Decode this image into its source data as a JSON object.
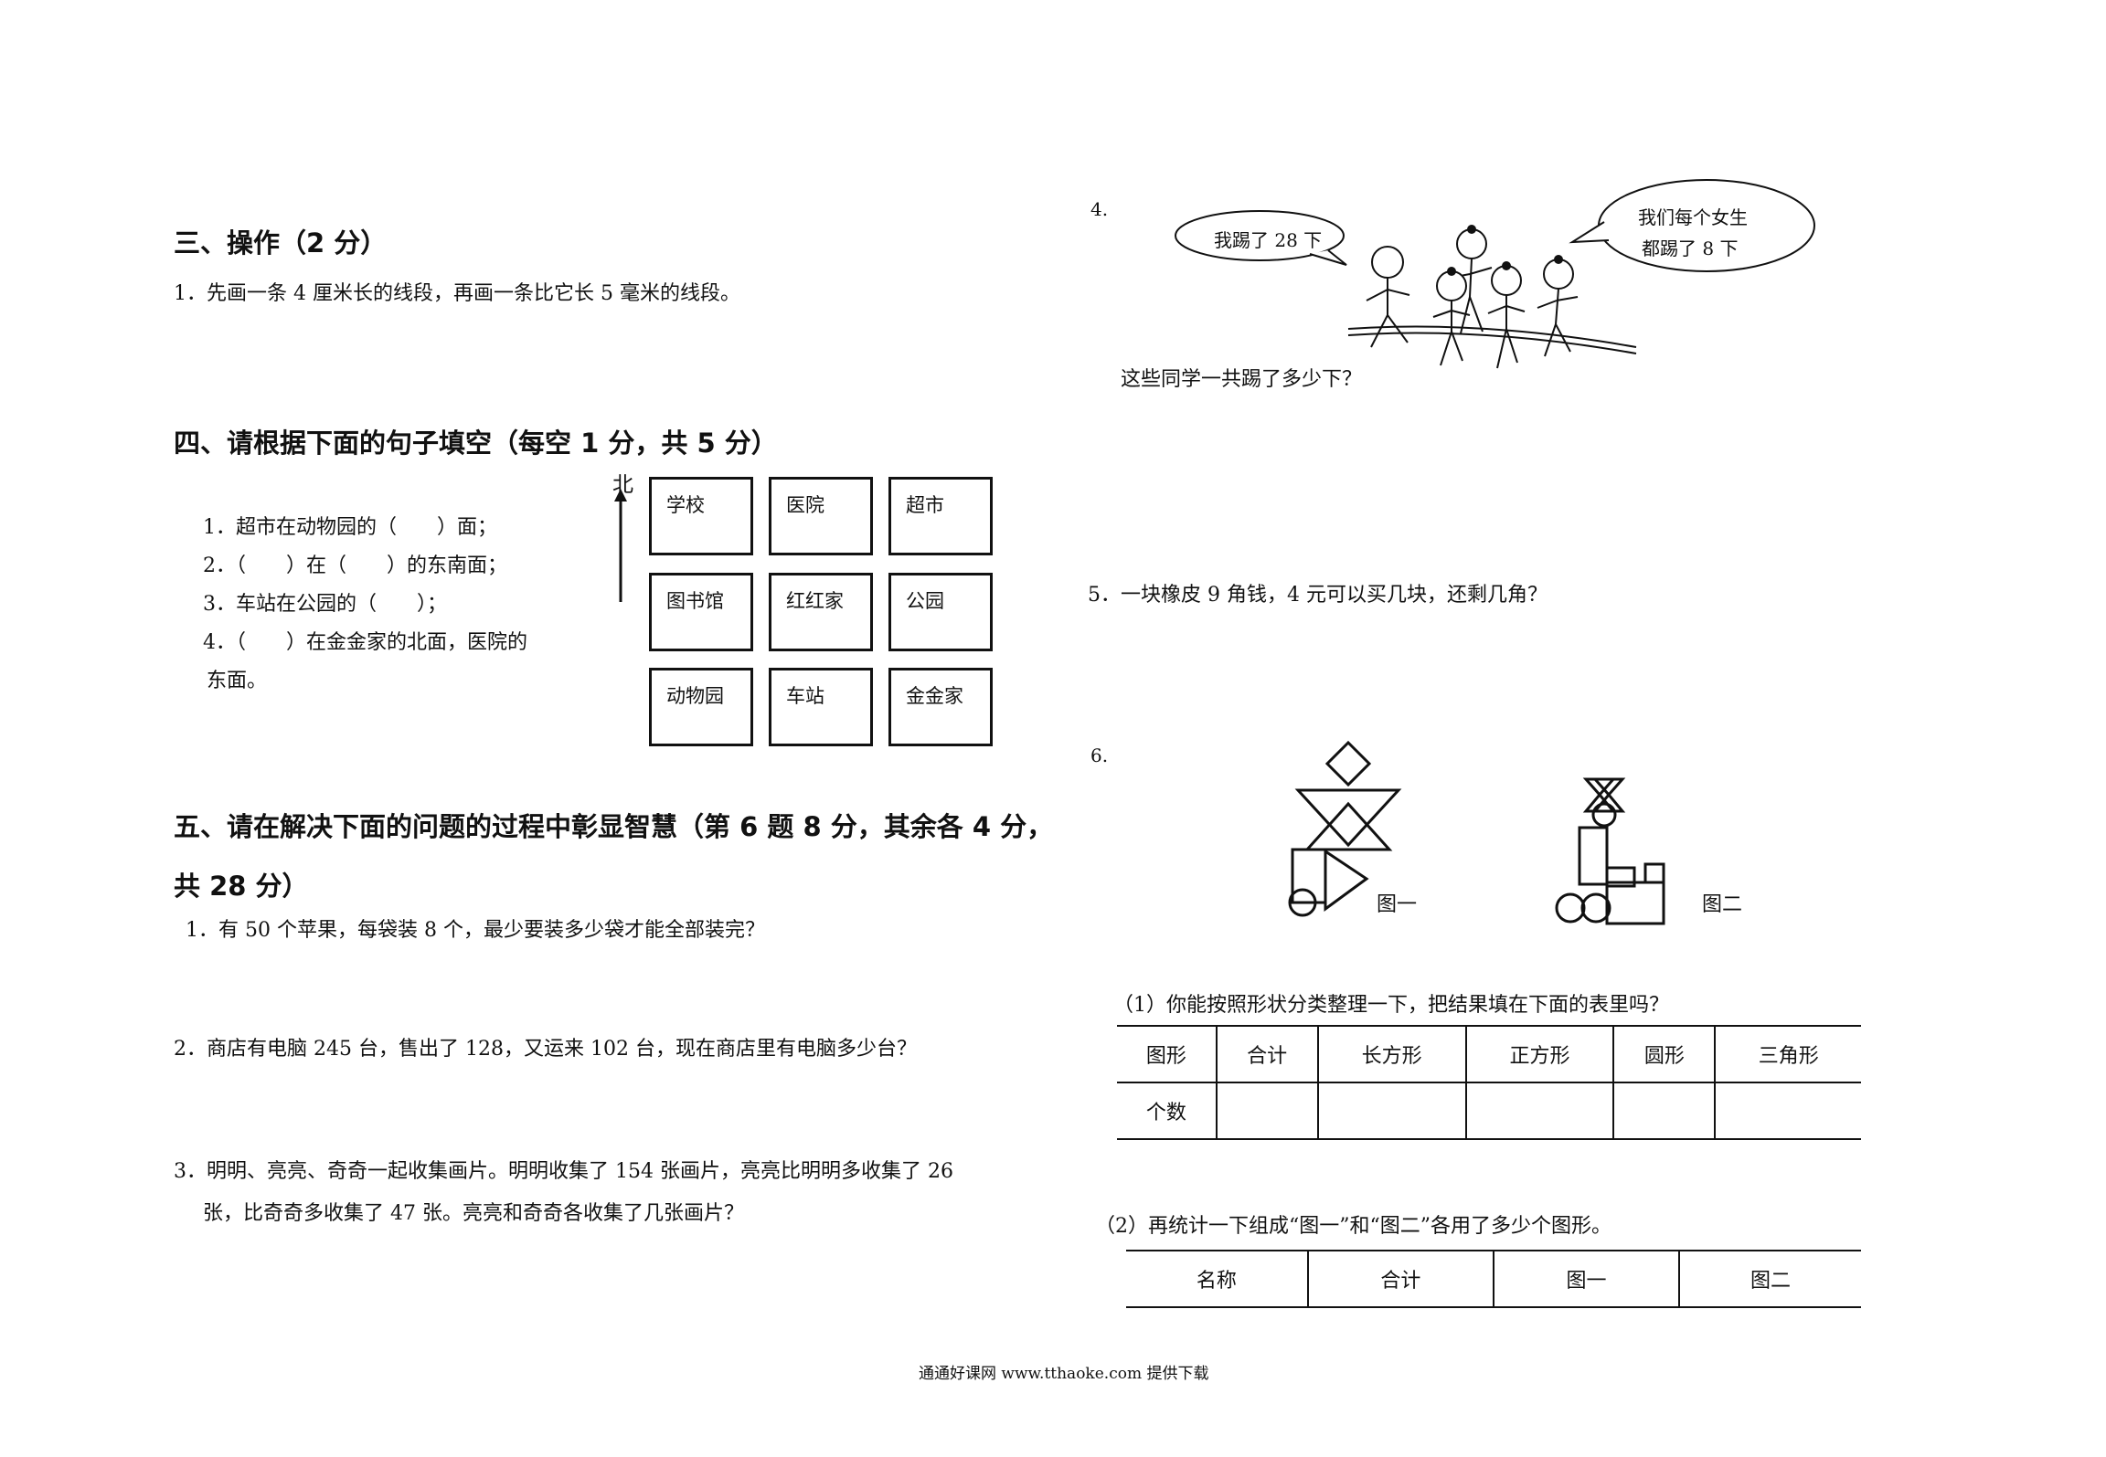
{
  "left": {
    "sec3": {
      "title": "三、操作（2 分）",
      "q1": "1．先画一条 4 厘米长的线段，再画一条比它长 5 毫米的线段。"
    },
    "sec4": {
      "title": "四、请根据下面的句子填空（每空 1 分，共 5 分）",
      "lines": [
        "1．超市在动物园的（　　）面；",
        "2．（　　）在（　　）的东南面；",
        "3．车站在公园的（　　）；",
        "4．（　　）在金金家的北面，医院的",
        "东面。"
      ],
      "north": "北",
      "map": [
        [
          "学校",
          "医院",
          "超市"
        ],
        [
          "图书馆",
          "红红家",
          "公园"
        ],
        [
          "动物园",
          "车站",
          "金金家"
        ]
      ]
    },
    "sec5": {
      "title_line1": "五、请在解决下面的问题的过程中彰显智慧（第 6 题 8 分，其余各 4 分，",
      "title_line2": "共 28 分）",
      "q1": "1．有 50 个苹果，每袋装 8 个，最少要装多少袋才能全部装完？",
      "q2": "2．商店有电脑 245 台，售出了 128，又运来 102 台，现在商店里有电脑多少台？",
      "q3_line1": "3．明明、亮亮、奇奇一起收集画片。明明收集了 154 张画片，亮亮比明明多收集了 26",
      "q3_line2": "张，比奇奇多收集了 47 张。亮亮和奇奇各收集了几张画片？"
    }
  },
  "right": {
    "q4": {
      "num": "4.",
      "bubble1": "我踢了 28 下",
      "bubble2_line1": "我们每个女生",
      "bubble2_line2": "都踢了 8 下",
      "question": "这些同学一共踢了多少下？"
    },
    "q5": "5．一块橡皮 9 角钱，4 元可以买几块，还剩几角？",
    "q6": {
      "num": "6.",
      "fig1_label": "图一",
      "fig2_label": "图二",
      "sub1": "（1）你能按照形状分类整理一下，把结果填在下面的表里吗？",
      "table1": {
        "headers": [
          "图形",
          "合计",
          "长方形",
          "正方形",
          "圆形",
          "三角形"
        ],
        "row_label": "个数"
      },
      "sub2": "（2）再统计一下组成“图一”和“图二”各用了多少个图形。",
      "table2": {
        "headers": [
          "名称",
          "合计",
          "图一",
          "图二"
        ]
      }
    }
  },
  "footer": "通通好课网  www.tthaoke.com  提供下载"
}
